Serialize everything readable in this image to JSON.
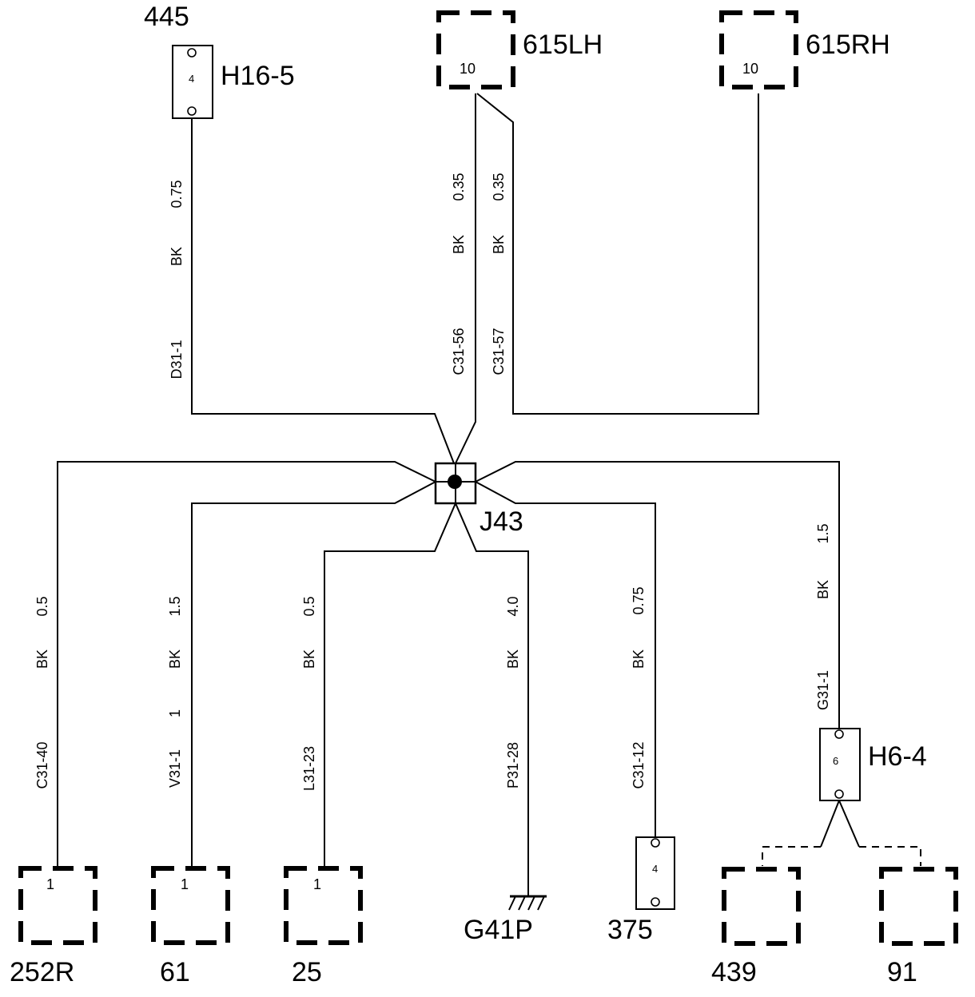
{
  "components": {
    "c445": "445",
    "h16_5": "H16-5",
    "h16_5_pin": "4",
    "c615lh": "615LH",
    "c615lh_pin": "10",
    "c615rh": "615RH",
    "c615rh_pin": "10",
    "j43": "J43",
    "h6_4": "H6-4",
    "h6_4_pin": "6",
    "c252r": "252R",
    "c252r_pin": "1",
    "c61": "61",
    "c61_pin": "1",
    "c25": "25",
    "c25_pin": "1",
    "g41p": "G41P",
    "c375": "375",
    "c375_pin": "4",
    "c439": "439",
    "c91": "91"
  },
  "wires": {
    "d31_1": {
      "size": "0.75",
      "color": "BK",
      "id": "D31-1"
    },
    "c31_56": {
      "size": "0.35",
      "color": "BK",
      "id": "C31-56"
    },
    "c31_57": {
      "size": "0.35",
      "color": "BK",
      "id": "C31-57"
    },
    "c31_40": {
      "size": "0.5",
      "color": "BK",
      "id": "C31-40"
    },
    "v31_1": {
      "size": "1.5",
      "color": "BK",
      "extra": "1",
      "id": "V31-1"
    },
    "l31_23": {
      "size": "0.5",
      "color": "BK",
      "id": "L31-23"
    },
    "p31_28": {
      "size": "4.0",
      "color": "BK",
      "id": "P31-28"
    },
    "c31_12": {
      "size": "0.75",
      "color": "BK",
      "id": "C31-12"
    },
    "g31_1": {
      "size": "1.5",
      "color": "BK",
      "id": "G31-1"
    }
  }
}
